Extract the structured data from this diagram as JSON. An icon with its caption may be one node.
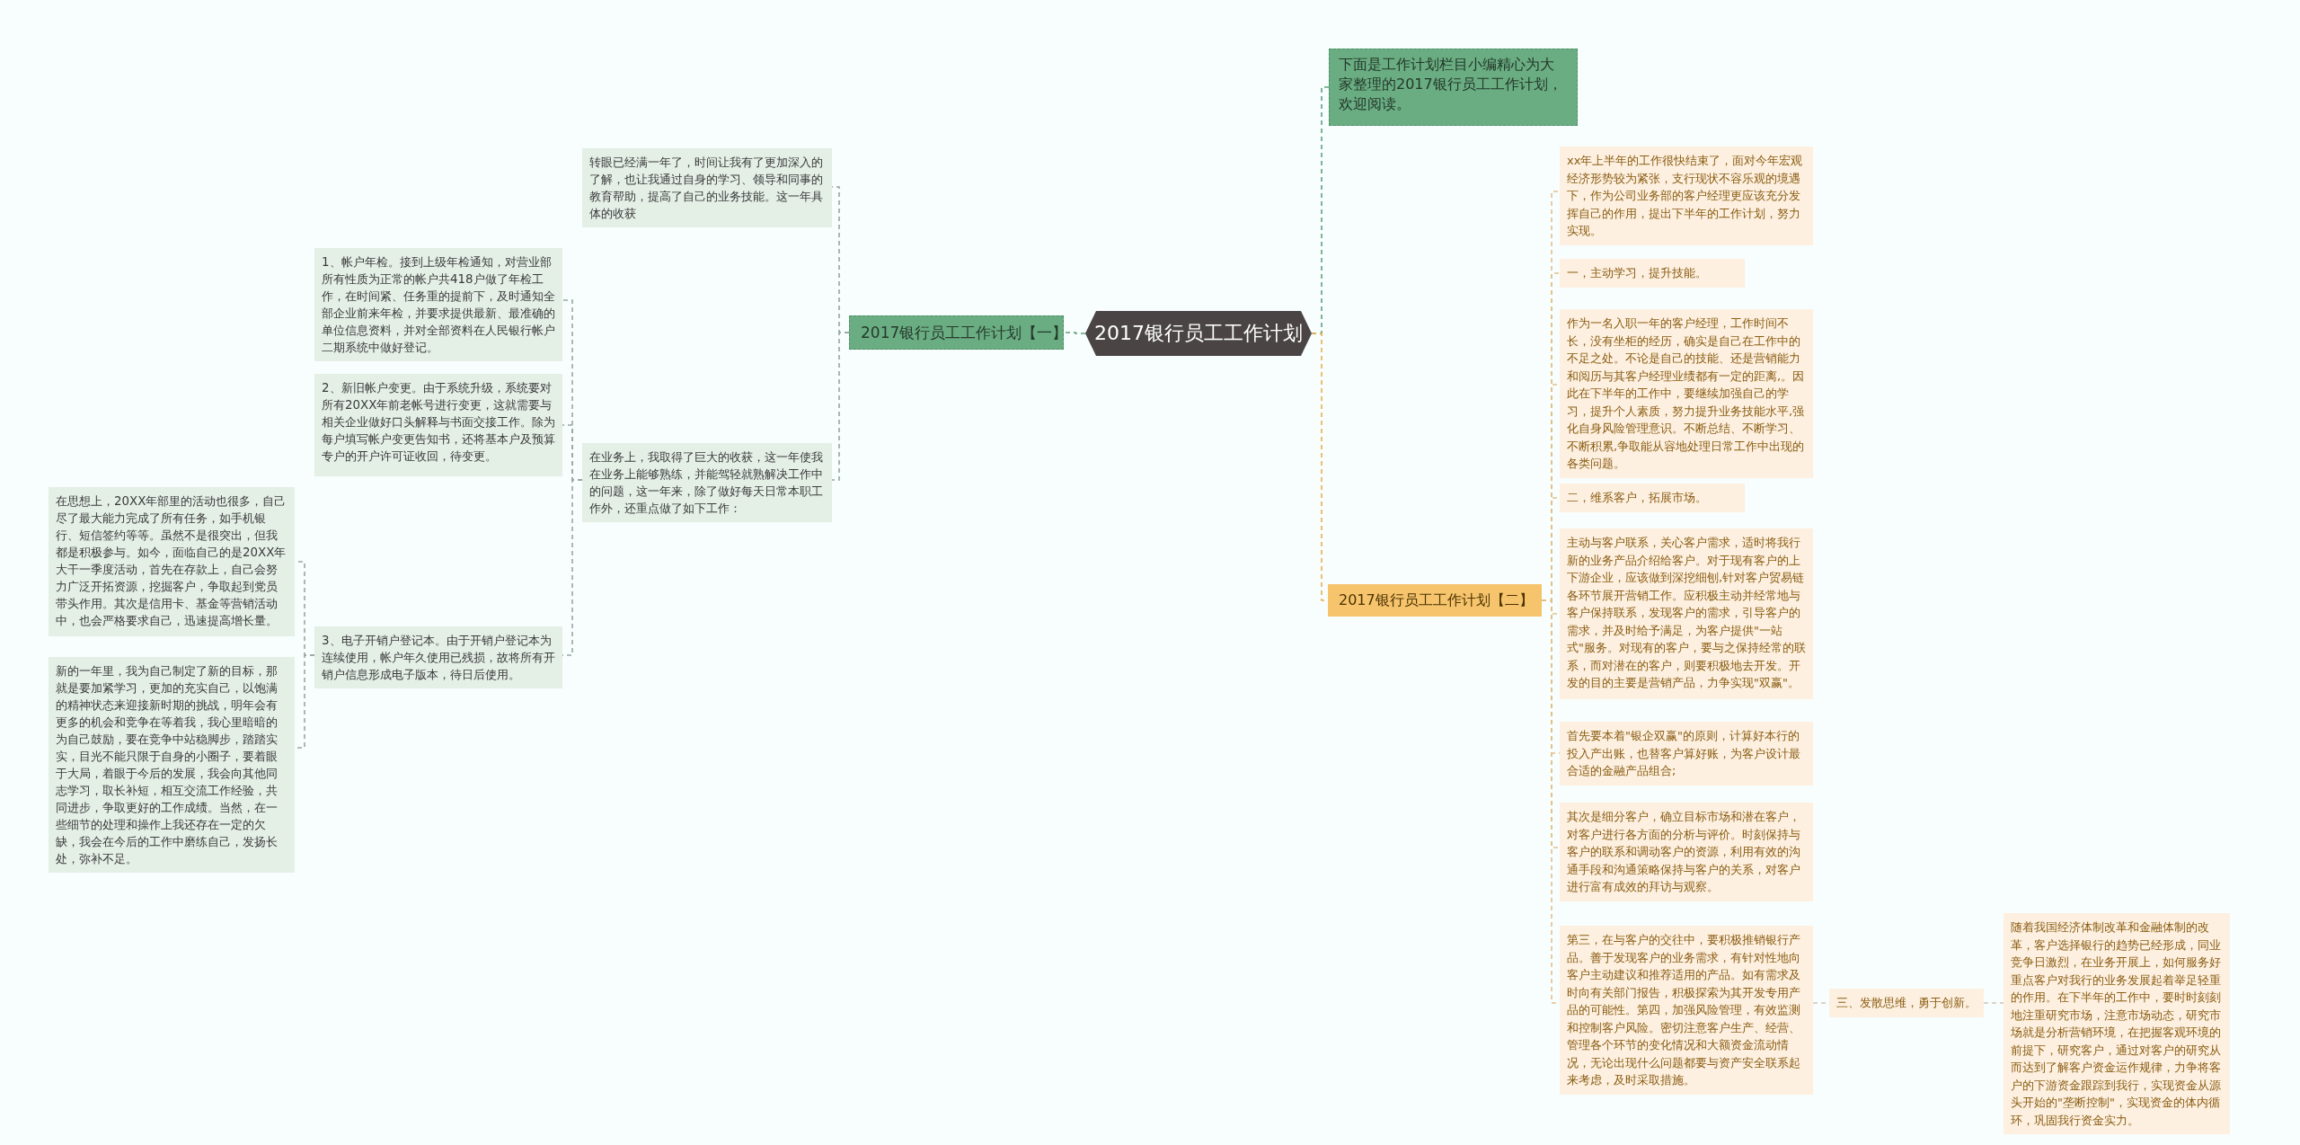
{
  "diagram": {
    "nodes": [
      {
        "text": [
          "2017银行员工工作计划"
        ]
      },
      {
        "text": [
          "2017银行员工工作计划【一】"
        ]
      },
      {
        "text": [
          "转眼已经满一年了，时间让我有了更加深入的了解，也让我通过自身的学习、领导和同事的教育帮助，提高了自己的业务技能。这一年具体的收获"
        ]
      },
      {
        "text": [
          "在业务上，我取得了巨大的收获，这一年使我在业务上能够熟练，并能驾轻就熟解决工作中的问题，这一年来，除了做好每天日常本职工作外，还重点做了如下工作："
        ]
      },
      {
        "text": [
          "1、帐户年检。接到上级年检通知，对营业部所有性质为正常的帐户共418户做了年检工作，在时间紧、任务重的提前下，及时通知全部企业前来年检，并要求提供最新、最准确的单位信息资料，并对全部资料在人民银行帐户二期系统中做好登记。"
        ]
      },
      {
        "text": [
          "2、新旧帐户变更。由于系统升级，系统要对所有20XX年前老帐号进行变更，这就需要与相关企业做好口头解释与书面交接工作。除为每户填写帐户变更告知书，还将基本户及预算专户的开户许可证收回，待变更。"
        ]
      },
      {
        "text": [
          "3、电子开销户登记本。由于开销户登记本为连续使用，帐户年久使用已残损，故将所有开销户信息形成电子版本，待日后使用。"
        ]
      },
      {
        "text": [
          "在思想上，20XX年部里的活动也很多，自己尽了最大能力完成了所有任务，如手机银行、短信签约等等。虽然不是很突出，但我都是积极参与。如今，面临自己的是20XX年大干一季度活动，首先在存款上，自己会努力广泛开拓资源，挖掘客户，争取起到党员带头作用。其次是信用卡、基金等营销活动中，也会严格要求自己，迅速提高增长量。"
        ]
      },
      {
        "text": [
          "新的一年里，我为自己制定了新的目标，那就是要加紧学习，更加的充实自己，以饱满的精神状态来迎接新时期的挑战，明年会有更多的机会和竞争在等着我，我心里暗暗的为自己鼓励，要在竞争中站稳脚步，踏踏实实，目光不能只限于自身的小圈子，要着眼于大局，着眼于今后的发展，我会向其他同志学习，取长补短，相互交流工作经验，共同进步，争取更好的工作成绩。当然，在一些细节的处理和操作上我还存在一定的欠缺，我会在今后的工作中磨练自己，发扬长处，弥补不足。"
        ]
      },
      {
        "text": [
          "下面是工作计划栏目小编精心为大家整理的2017银行员工工作计划，欢迎阅读。"
        ]
      },
      {
        "text": [
          "2017银行员工工作计划【二】"
        ]
      },
      {
        "text": [
          "xx年上半年的工作很快结束了，面对今年宏观经济形势较为紧张，支行现状不容乐观的境遇下，作为公司业务部的客户经理更应该充分发挥自己的作用，提出下半年的工作计划，努力实现。"
        ]
      },
      {
        "text": [
          "一，主动学习，提升技能。"
        ]
      },
      {
        "text": [
          "作为一名入职一年的客户经理，工作时间不长，没有坐柜的经历，确实是自己在工作中的不足之处。不论是自己的技能、还是营销能力和阅历与其客户经理业绩都有一定的距离,。因此在下半年的工作中，要继续加强自己的学习，提升个人素质，努力提升业务技能水平,强化自身风险管理意识。不断总结、不断学习、不断积累,争取能从容地处理日常工作中出现的各类问题。"
        ]
      },
      {
        "text": [
          "二，维系客户，拓展市场。"
        ]
      },
      {
        "text": [
          "主动与客户联系，关心客户需求，适时将我行新的业务产品介绍给客户。对于现有客户的上下游企业，应该做到深挖细刨,针对客户贸易链各环节展开营销工作。应积极主动并经常地与客户保持联系，发现客户的需求，引导客户的需求，并及时给予满足，为客户提供\"一站式\"服务。对现有的客户，要与之保持经常的联系，而对潜在的客户，则要积极地去开发。开发的目的主要是营销产品，力争实现\"双赢\"。"
        ]
      },
      {
        "text": [
          "首先要本着\"银企双赢\"的原则，计算好本行的投入产出账，也替客户算好账，为客户设计最合适的金融产品组合;"
        ]
      },
      {
        "text": [
          "其次是细分客户，确立目标市场和潜在客户，对客户进行各方面的分析与评价。时刻保持与客户的联系和调动客户的资源，利用有效的沟通手段和沟通策略保持与客户的关系，对客户进行富有成效的拜访与观察。"
        ]
      },
      {
        "text": [
          "第三，在与客户的交往中，要积极推销银行产品。善于发现客户的业务需求，有针对性地向客户主动建议和推荐适用的产品。如有需求及时向有关部门报告，积极探索为其开发专用产品的可能性。第四，加强风险管理，有效监测和控制客户风险。密切注意客户生产、经营、管理各个环节的变化情况和大额资金流动情况，无论出现什么问题都要与资产安全联系起来考虑，及时采取措施。"
        ]
      },
      {
        "text": [
          "三、发散思维，勇于创新。"
        ]
      },
      {
        "text": [
          "随着我国经济体制改革和金融体制的改革，客户选择银行的趋势已经形成，同业竞争日激烈，在业务开展上，如何服务好重点客户对我行的业务发展起着举足轻重的作用。在下半年的工作中，要时时刻刻地注重研究市场，注意市场动态，研究市场就是分析营销环境，在把握客观环境的前提下，研究客户，通过对客户的研究从而达到了解客户资金运作规律，力争将客户的下游资金跟踪到我行，实现资金从源头开始的\"垄断控制\"，实现资金的体内循环，巩固我行资金实力。"
        ]
      }
    ],
    "edges": [
      {
        "from": 0,
        "to": 1,
        "arrow": "none",
        "style": "dashed",
        "color": "#5fa27a"
      },
      {
        "from": 1,
        "to": 2,
        "arrow": "none",
        "style": "dashed",
        "color": "#93a89b"
      },
      {
        "from": 1,
        "to": 3,
        "arrow": "none",
        "style": "dashed",
        "color": "#93a89b"
      },
      {
        "from": 3,
        "to": 4,
        "arrow": "none",
        "style": "dashed",
        "color": "#9aa5a0"
      },
      {
        "from": 3,
        "to": 5,
        "arrow": "none",
        "style": "dashed",
        "color": "#9aa5a0"
      },
      {
        "from": 3,
        "to": 6,
        "arrow": "none",
        "style": "dashed",
        "color": "#9aa5a0"
      },
      {
        "from": 6,
        "to": 7,
        "arrow": "none",
        "style": "dashed",
        "color": "#9aa5a0"
      },
      {
        "from": 6,
        "to": 8,
        "arrow": "none",
        "style": "dashed",
        "color": "#9aa5a0"
      },
      {
        "from": 0,
        "to": 9,
        "arrow": "none",
        "style": "dashed",
        "color": "#5fa27a"
      },
      {
        "from": 0,
        "to": 10,
        "arrow": "none",
        "style": "dashed",
        "color": "#e8b050"
      },
      {
        "from": 10,
        "to": 11,
        "arrow": "none",
        "style": "dashed",
        "color": "#e3c088"
      },
      {
        "from": 10,
        "to": 12,
        "arrow": "none",
        "style": "dashed",
        "color": "#e3c088"
      },
      {
        "from": 10,
        "to": 13,
        "arrow": "none",
        "style": "dashed",
        "color": "#e3c088"
      },
      {
        "from": 10,
        "to": 14,
        "arrow": "none",
        "style": "dashed",
        "color": "#e3c088"
      },
      {
        "from": 10,
        "to": 15,
        "arrow": "none",
        "style": "dashed",
        "color": "#e3c088"
      },
      {
        "from": 10,
        "to": 16,
        "arrow": "none",
        "style": "dashed",
        "color": "#e3c088"
      },
      {
        "from": 10,
        "to": 17,
        "arrow": "none",
        "style": "dashed",
        "color": "#e3c088"
      },
      {
        "from": 10,
        "to": 18,
        "arrow": "none",
        "style": "dashed",
        "color": "#e3c088"
      },
      {
        "from": 18,
        "to": 19,
        "arrow": "none",
        "style": "dashed",
        "color": "#cfc6b8"
      },
      {
        "from": 19,
        "to": 20,
        "arrow": "none",
        "style": "dashed",
        "color": "#cfc6b8"
      }
    ]
  }
}
